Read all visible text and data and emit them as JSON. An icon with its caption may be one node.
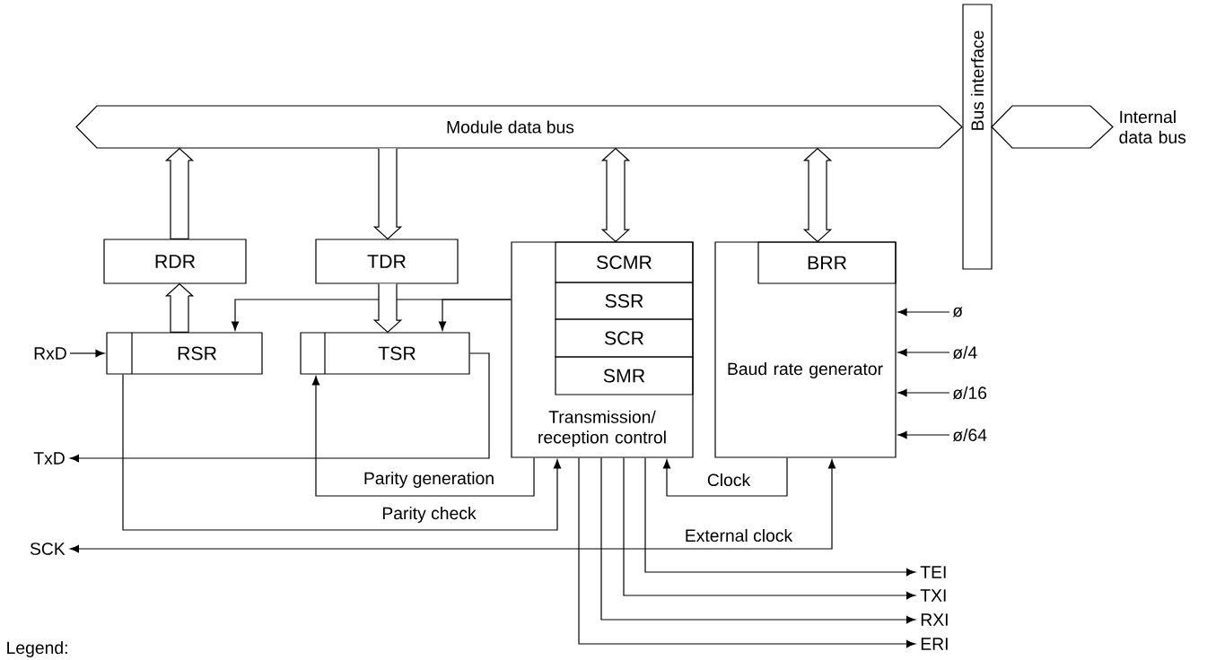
{
  "diagram": {
    "nodes": [
      {
        "text": [
          "Module data bus"
        ]
      },
      {
        "text": [
          "Bus interface"
        ]
      },
      {
        "text": [],
        "shape": "band",
        "beside": [
          "Internal data bus"
        ]
      },
      {
        "text": [
          "RDR"
        ]
      },
      {
        "text": [
          "TDR"
        ]
      },
      {
        "text": [
          "RSR"
        ]
      },
      {
        "text": [
          "TSR"
        ]
      },
      {
        "text": [
          "Transmission/ reception control"
        ]
      },
      {
        "text": [
          "SCMR"
        ],
        "in": 7
      },
      {
        "text": [
          "SSR"
        ],
        "in": 7
      },
      {
        "text": [
          "SCR"
        ],
        "in": 7
      },
      {
        "text": [
          "SMR"
        ],
        "in": 7
      },
      {
        "text": [
          "Baud rate generator"
        ]
      },
      {
        "text": [
          "BRR"
        ],
        "in": 12
      },
      {
        "text": [
          "RxD"
        ]
      },
      {
        "text": [
          "TxD"
        ]
      },
      {
        "text": [
          "SCK"
        ]
      },
      {
        "text": [
          "ø"
        ]
      },
      {
        "text": [
          "ø/4"
        ]
      },
      {
        "text": [
          "ø/16"
        ]
      },
      {
        "text": [
          "ø/64"
        ]
      },
      {
        "text": [
          "TEI"
        ]
      },
      {
        "text": [
          "TXI"
        ]
      },
      {
        "text": [
          "RXI"
        ]
      },
      {
        "text": [
          "ERI"
        ]
      }
    ],
    "edges": [
      {
        "from": 3,
        "to": 0,
        "arrow": "to",
        "style": "thick"
      },
      {
        "from": 0,
        "to": 4,
        "arrow": "to",
        "style": "thick"
      },
      {
        "from": 8,
        "to": 0,
        "arrow": "both",
        "style": "thick"
      },
      {
        "from": 13,
        "to": 0,
        "arrow": "both",
        "style": "thick"
      },
      {
        "from": 5,
        "to": 3,
        "arrow": "to",
        "style": "thick"
      },
      {
        "from": 4,
        "to": 6,
        "arrow": "to",
        "style": "thick"
      },
      {
        "from": 7,
        "to": 5,
        "arrow": "to"
      },
      {
        "from": 7,
        "to": 6,
        "arrow": "to"
      },
      {
        "from": 14,
        "to": 5,
        "arrow": "to"
      },
      {
        "from": 6,
        "to": 15,
        "arrow": "to"
      },
      {
        "from": 7,
        "to": 6,
        "arrow": "to",
        "label": "Parity generation"
      },
      {
        "from": 5,
        "to": 7,
        "arrow": "to",
        "label": "Parity check"
      },
      {
        "from": 12,
        "to": 7,
        "arrow": "to",
        "label": "Clock"
      },
      {
        "from": 16,
        "to": 12,
        "arrow": "both",
        "label": "External clock"
      },
      {
        "from": 17,
        "to": 12,
        "arrow": "to"
      },
      {
        "from": 18,
        "to": 12,
        "arrow": "to"
      },
      {
        "from": 19,
        "to": 12,
        "arrow": "to"
      },
      {
        "from": 20,
        "to": 12,
        "arrow": "to"
      },
      {
        "from": 7,
        "to": 21,
        "arrow": "to"
      },
      {
        "from": 7,
        "to": 22,
        "arrow": "to"
      },
      {
        "from": 7,
        "to": 23,
        "arrow": "to"
      },
      {
        "from": 7,
        "to": 24,
        "arrow": "to"
      }
    ],
    "labels": [
      "Legend:"
    ]
  }
}
